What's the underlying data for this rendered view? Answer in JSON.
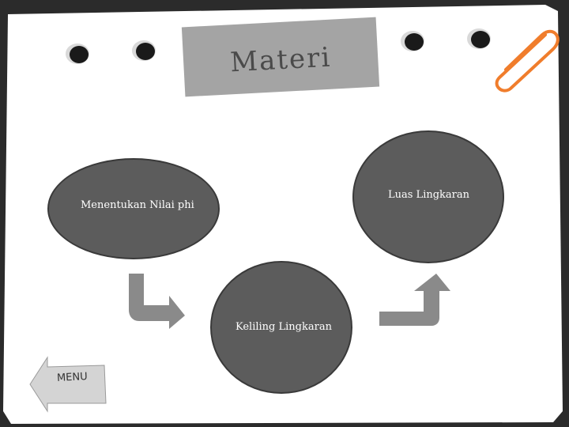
{
  "slide": {
    "title": "Materi"
  },
  "topics": [
    {
      "label": "Menentukan Nilai phi"
    },
    {
      "label": "Luas Lingkaran"
    },
    {
      "label": "Keliling Lingkaran"
    }
  ],
  "nav": {
    "menu_label": "MENU"
  },
  "colors": {
    "node_fill": "#5c5c5c",
    "title_box": "#a4a4a4",
    "arrow": "#8a8a8a",
    "clip": "#f07d2c",
    "frame": "#2b2b2b"
  },
  "icons": [
    "punch-hole-icon",
    "paperclip-icon",
    "bent-arrow-down-right-icon",
    "bent-arrow-up-right-icon",
    "back-arrow-icon"
  ]
}
